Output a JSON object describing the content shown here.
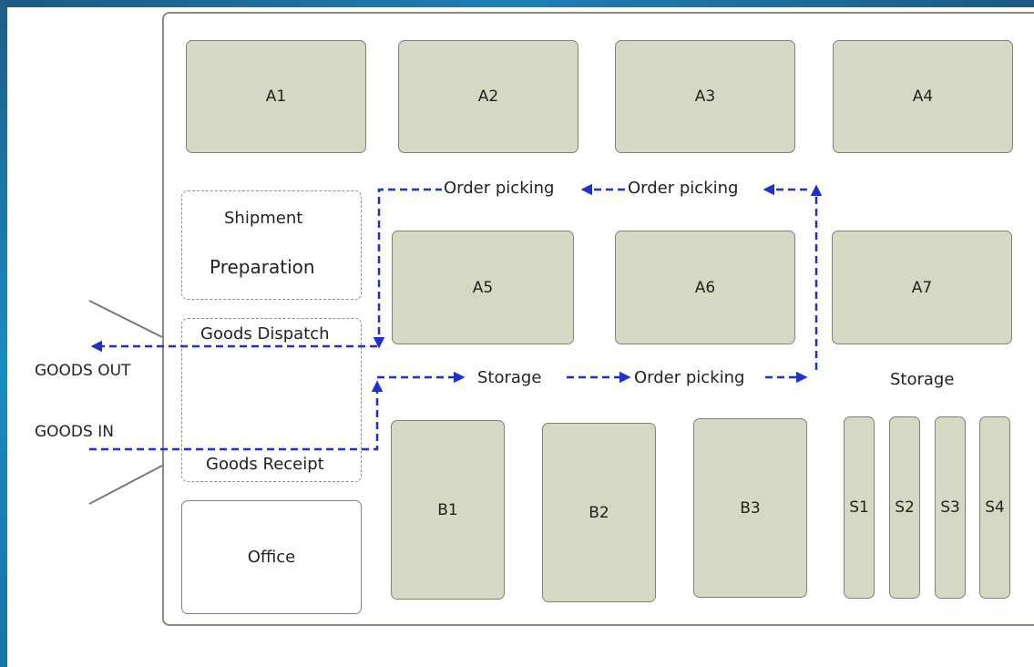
{
  "zones": {
    "A1": "A1",
    "A2": "A2",
    "A3": "A3",
    "A4": "A4",
    "A5": "A5",
    "A6": "A6",
    "A7": "A7",
    "B1": "B1",
    "B2": "B2",
    "B3": "B3",
    "S1": "S1",
    "S2": "S2",
    "S3": "S3",
    "S4": "S4"
  },
  "areas": {
    "shipment_line1": "Shipment",
    "shipment_line2": "Preparation",
    "goods_dispatch": "Goods Dispatch",
    "goods_receipt": "Goods Receipt",
    "office": "Office",
    "storage_right": "Storage"
  },
  "flows": {
    "order_picking_1": "Order picking",
    "order_picking_2": "Order picking",
    "order_picking_3": "Order picking",
    "storage": "Storage",
    "goods_out": "GOODS OUT",
    "goods_in": "GOODS IN"
  },
  "colors": {
    "flow": "#1f2fd0",
    "zone_fill": "#d5d9c4",
    "zone_border": "#7f8274",
    "frame": "#1a7fb6"
  }
}
